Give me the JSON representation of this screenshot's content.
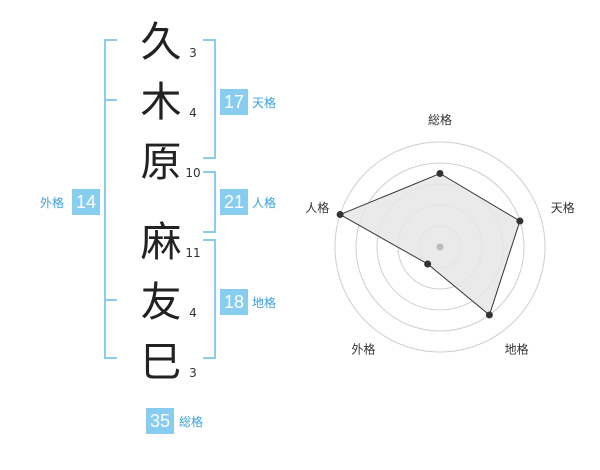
{
  "name": {
    "characters": [
      {
        "char": "久",
        "strokes": 3
      },
      {
        "char": "木",
        "strokes": 4
      },
      {
        "char": "原",
        "strokes": 10
      },
      {
        "char": "麻",
        "strokes": 11
      },
      {
        "char": "友",
        "strokes": 4
      },
      {
        "char": "巳",
        "strokes": 3
      }
    ]
  },
  "fortune": {
    "tenkaku": {
      "value": "17",
      "label": "天格"
    },
    "jinkaku": {
      "value": "21",
      "label": "人格"
    },
    "chikaku": {
      "value": "18",
      "label": "地格"
    },
    "gaikaku": {
      "value": "14",
      "label": "外格"
    },
    "soukaku": {
      "value": "35",
      "label": "総格"
    }
  },
  "chart_data": {
    "type": "radar",
    "axes": [
      "総格",
      "天格",
      "地格",
      "外格",
      "人格"
    ],
    "values": [
      3.5,
      4,
      4,
      1,
      5
    ],
    "max": 5,
    "rings": 5,
    "colors": {
      "fill": "#e6e6e6",
      "line": "#333333",
      "ring": "#cfcfcf",
      "bracket": "#88ccf0"
    }
  }
}
